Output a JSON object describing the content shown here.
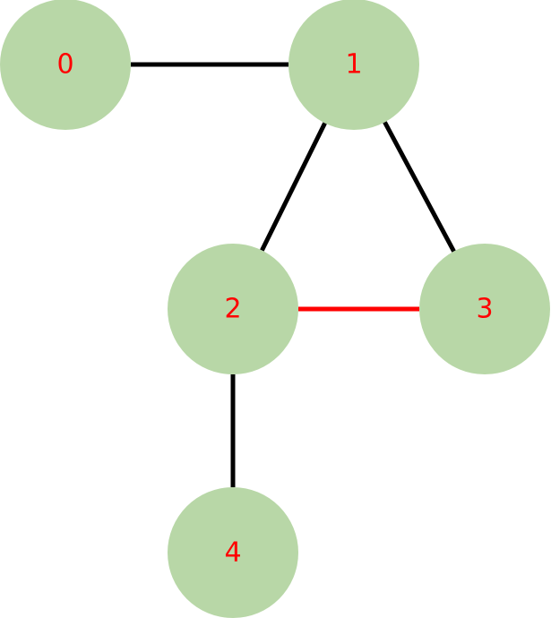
{
  "colors": {
    "node_fill": "#b8d7a7",
    "label_color": "#ff0000",
    "edge_default": "#000000",
    "edge_highlight": "#ff0000",
    "background": "#ffffff"
  },
  "nodes": [
    {
      "id": "0",
      "label": "0"
    },
    {
      "id": "1",
      "label": "1"
    },
    {
      "id": "2",
      "label": "2"
    },
    {
      "id": "3",
      "label": "3"
    },
    {
      "id": "4",
      "label": "4"
    }
  ],
  "edges": [
    {
      "from": "0",
      "to": "1",
      "highlight": false
    },
    {
      "from": "1",
      "to": "2",
      "highlight": false
    },
    {
      "from": "1",
      "to": "3",
      "highlight": false
    },
    {
      "from": "2",
      "to": "3",
      "highlight": true
    },
    {
      "from": "2",
      "to": "4",
      "highlight": false
    }
  ]
}
